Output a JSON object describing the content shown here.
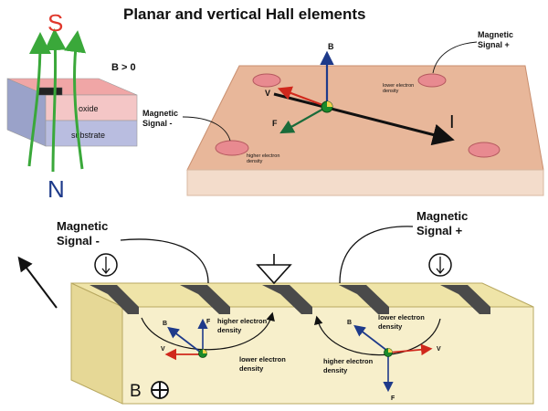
{
  "title": "Planar and vertical Hall elements",
  "top_left": {
    "pole_south": "S",
    "pole_north": "N",
    "field_condition": "B > 0",
    "layer_oxide": "oxide",
    "layer_substrate": "substrate"
  },
  "planar": {
    "signal_minus_line1": "Magnetic",
    "signal_minus_line2": "Signal -",
    "signal_plus_line1": "Magnetic",
    "signal_plus_line2": "Signal +",
    "axis_b": "B",
    "axis_v": "V",
    "axis_f": "F",
    "current_i": "I",
    "lower_density_line1": "lower electron",
    "lower_density_line2": "density",
    "higher_density_line1": "higher electron",
    "higher_density_line2": "density"
  },
  "vertical": {
    "signal_minus_line1": "Magnetic",
    "signal_minus_line2": "Signal -",
    "signal_plus_line1": "Magnetic",
    "signal_plus_line2": "Signal +",
    "left_b": "B",
    "left_f": "F",
    "left_v": "V",
    "left_higher_line1": "higher electron",
    "left_higher_line2": "density",
    "left_lower_line1": "lower electron",
    "left_lower_line2": "density",
    "right_b": "B",
    "right_v": "V",
    "right_f": "F",
    "right_lower_line1": "lower electron",
    "right_lower_line2": "density",
    "right_higher_line1": "higher electron",
    "right_higher_line2": "density",
    "field_label": "B"
  },
  "colors": {
    "pole_s": "#e0382c",
    "pole_n": "#1d3a8a",
    "field_lines": "#3aa83a",
    "plate_top": "#e8b79a",
    "plate_front": "#f3dccb",
    "contact": "#e88a90",
    "bar_top": "#efe4a8",
    "bar_front": "#f7efcb",
    "electrode": "#4a4a4a",
    "v_arrow": "#d0281c",
    "b_arrow": "#1e3a8a",
    "f_arrow": "#1a6b3a"
  }
}
